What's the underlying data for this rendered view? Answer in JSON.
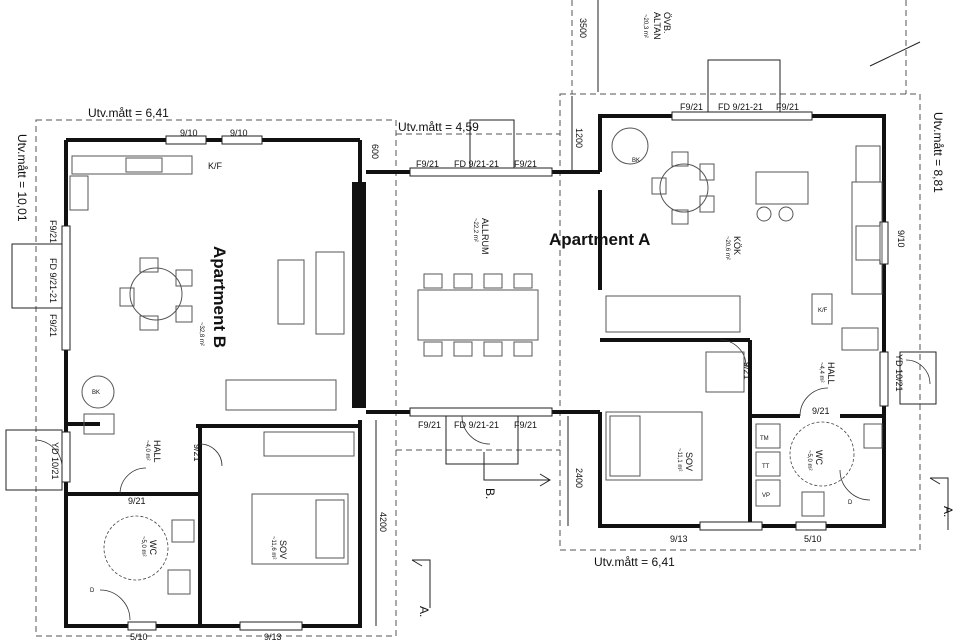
{
  "apartments": {
    "b": "Apartment B",
    "a": "Apartment A"
  },
  "dimensions": {
    "utv_b_width": "Utv.mått = 6,41",
    "utv_b_depth": "Utv.mått = 10,01",
    "utv_center": "Utv.mått = 4,59",
    "utv_a_depth": "Utv.mått = 8,81",
    "utv_a_width": "Utv.mått = 6,41",
    "d3500": "3500",
    "d600": "600",
    "d1200": "1200",
    "d2400": "2400",
    "d4200": "4200"
  },
  "rooms": {
    "allrum": "ALLRUM",
    "allrum_area": "~22,2 m²",
    "kok": "KÖK",
    "kok_area": "~20,6 m²",
    "b_room_area": "~32,8 m²",
    "sov_a": "SOV",
    "sov_a_area": "~11,1 m²",
    "sov_b": "SOV",
    "sov_b_area": "~11,6 m²",
    "hall_a": "HALL",
    "hall_a_area": "~4,4 m²",
    "hall_b": "HALL",
    "hall_b_area": "~4,0 m²",
    "wc_a": "WC",
    "wc_a_area": "~5,0 m²",
    "wc_b": "WC",
    "wc_b_area": "~5,0 m²",
    "ovb_altan_1": "ÖVB.",
    "ovb_altan_2": "ALTAN",
    "ovb_altan_area": "~20,3 m²"
  },
  "openings": {
    "b_top_1": "9/10",
    "b_top_2": "9/10",
    "b_kf": "K/F",
    "b_left_1": "F9/21",
    "b_left_fd": "FD 9/21-21",
    "b_left_2": "F9/21",
    "b_yd": "YD 10/21",
    "b_hall_door": "9/21",
    "b_wc_door": "9/21",
    "b_bottom_left": "5/10",
    "b_bottom_right": "9/13",
    "b_bk": "BK",
    "b_wc_d": "D",
    "c_top_f1": "F9/21",
    "c_top_fd": "FD 9/21-21",
    "c_top_f2": "F9/21",
    "c_bot_f1": "F9/21",
    "c_bot_fd": "FD 9/21-21",
    "c_bot_f2": "F9/21",
    "a_top_f1": "F9/21",
    "a_top_fd": "FD 9/21-21",
    "a_top_f2": "F9/21",
    "a_right_910": "9/10",
    "a_yd": "YD 10/21",
    "a_bk": "BK",
    "a_kf": "K/F",
    "a_sov_door": "9/21",
    "a_wc_door": "9/21",
    "a_bottom_left": "9/13",
    "a_bottom_right": "5/10",
    "a_tm": "TM",
    "a_tt": "TT",
    "a_vp": "VP",
    "a_wc_d": "D"
  },
  "sections": {
    "a_right": "A.",
    "a_bottom": "A.",
    "b": "B."
  }
}
